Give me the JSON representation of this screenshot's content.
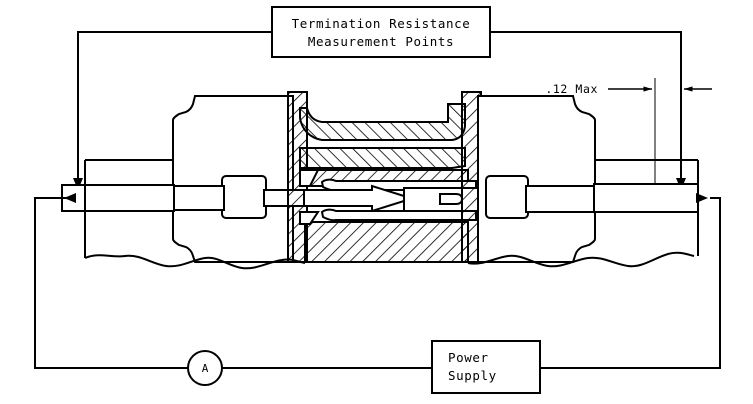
{
  "diagram": {
    "title_box": {
      "line1": "Termination Resistance",
      "line2": "Measurement Points"
    },
    "power_box": {
      "line1": "Power",
      "line2": "Supply"
    },
    "ammeter": {
      "label": "A"
    },
    "dimension": {
      "label": ".12 Max"
    },
    "colors": {
      "line": "#000000",
      "background": "#ffffff",
      "hatch": "#000000"
    }
  }
}
